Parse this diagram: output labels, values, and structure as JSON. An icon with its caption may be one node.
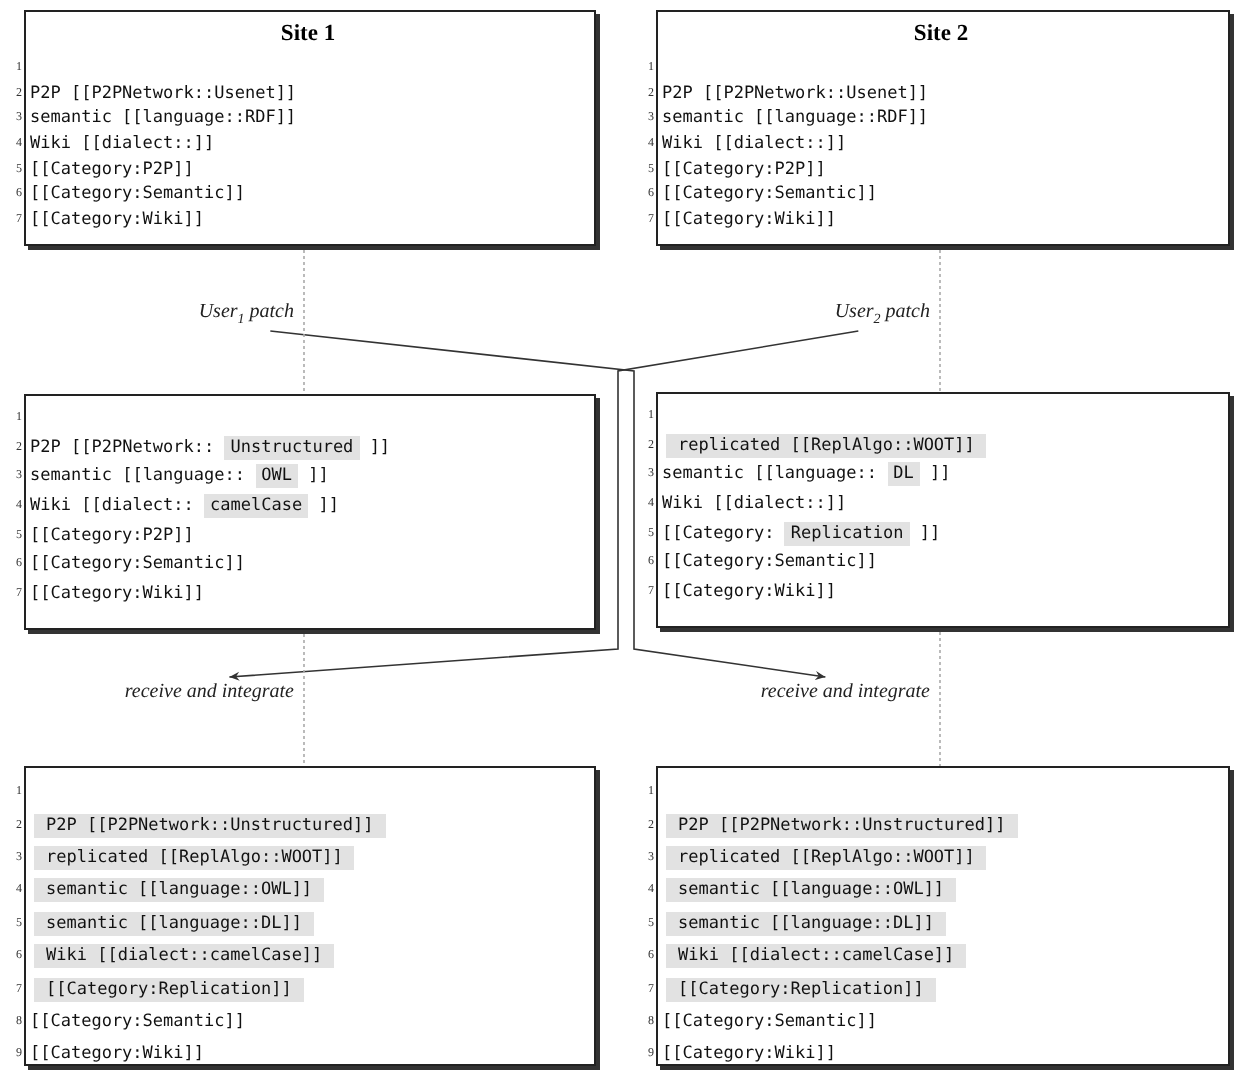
{
  "diagram": {
    "nodes": [
      {
        "text": [
          "Site 1",
          "P2P [[P2PNetwork::Usenet]]",
          "semantic [[language::RDF]]",
          "Wiki [[dialect::]]",
          "[[Category:P2P]]",
          "[[Category:Semantic]]",
          "[[Category:Wiki]]"
        ],
        "beside": [
          "1",
          "2",
          "3",
          "4",
          "5",
          "6",
          "7"
        ]
      },
      {
        "text": [
          "Site 2",
          "P2P [[P2PNetwork::Usenet]]",
          "semantic [[language::RDF]]",
          "Wiki [[dialect::]]",
          "[[Category:P2P]]",
          "[[Category:Semantic]]",
          "[[Category:Wiki]]"
        ],
        "beside": [
          "1",
          "2",
          "3",
          "4",
          "5",
          "6",
          "7"
        ]
      },
      {
        "text": [
          "User$_{1}$ patch"
        ]
      },
      {
        "text": [
          "User$_{2}$ patch"
        ]
      },
      {
        "text": [
          "P2P [[P2PNetwork:: Unstructured ]]",
          "semantic [[language:: OWL ]]",
          "Wiki [[dialect:: camelCase ]]",
          "[[Category:P2P]]",
          "[[Category:Semantic]]",
          "[[Category:Wiki]]"
        ],
        "beside": [
          "1",
          "2",
          "3",
          "4",
          "5",
          "6",
          "7"
        ]
      },
      {
        "text": [
          "replicated [[ReplAlgo::WOOT]]",
          "semantic [[language:: DL ]]",
          "Wiki [[dialect::]]",
          "[[Category: Replication ]]",
          "[[Category:Semantic]]",
          "[[Category:Wiki]]"
        ],
        "beside": [
          "1",
          "2",
          "3",
          "4",
          "5",
          "6",
          "7"
        ]
      },
      {
        "text": [
          "receive and integrate"
        ]
      },
      {
        "text": [
          "receive and integrate"
        ]
      },
      {
        "text": [
          "P2P [[P2PNetwork::Unstructured]]",
          "replicated [[ReplAlgo::WOOT]]",
          "semantic [[language::OWL]]",
          "semantic [[language::DL]]",
          "Wiki [[dialect::camelCase]]",
          "[[Category:Replication]]",
          "[[Category:Semantic]]",
          "[[Category:Wiki]]"
        ],
        "beside": [
          "1",
          "2",
          "3",
          "4",
          "5",
          "6",
          "7",
          "8",
          "9"
        ]
      },
      {
        "text": [
          "P2P [[P2PNetwork::Unstructured]]",
          "replicated [[ReplAlgo::WOOT]]",
          "semantic [[language::OWL]]",
          "semantic [[language::DL]]",
          "Wiki [[dialect::camelCase]]",
          "[[Category:Replication]]",
          "[[Category:Semantic]]",
          "[[Category:Wiki]]"
        ],
        "beside": [
          "1",
          "2",
          "3",
          "4",
          "5",
          "6",
          "7",
          "8",
          "9"
        ]
      }
    ],
    "edges": [
      {
        "from": 2,
        "to": 7,
        "arrow": "to",
        "color": "#333333"
      },
      {
        "from": 3,
        "to": 6,
        "arrow": "to",
        "color": "#333333"
      },
      {
        "from": 0,
        "to": 4,
        "arrow": "none",
        "style": "dashed"
      },
      {
        "from": 4,
        "to": 8,
        "arrow": "none",
        "style": "dashed"
      },
      {
        "from": 1,
        "to": 5,
        "arrow": "none",
        "style": "dashed"
      },
      {
        "from": 5,
        "to": 9,
        "arrow": "none",
        "style": "dashed"
      }
    ]
  }
}
